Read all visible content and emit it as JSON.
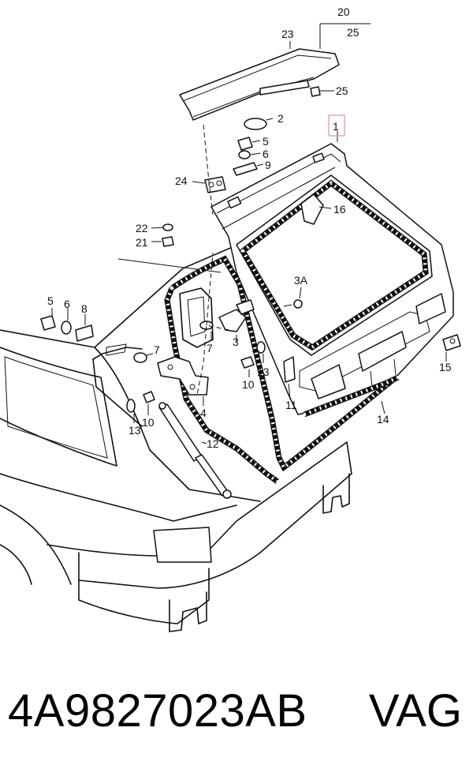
{
  "diagram": {
    "labels": {
      "l1": "1",
      "l2": "2",
      "l3": "3",
      "l3a": "3A",
      "l4": "4",
      "l5a": "5",
      "l5b": "5",
      "l6a": "6",
      "l6b": "6",
      "l7a": "7",
      "l7b": "7",
      "l8": "8",
      "l9": "9",
      "l10a": "10",
      "l10b": "10",
      "l11": "11",
      "l12": "12",
      "l13a": "13",
      "l13b": "13",
      "l14": "14",
      "l15": "15",
      "l16": "16",
      "l20": "20",
      "l21": "21",
      "l22": "22",
      "l23": "23",
      "l24": "24",
      "l25a": "25",
      "l25b": "25"
    },
    "highlight_color": "#e8a0a8"
  },
  "footer": {
    "part_number": "4A9827023AB",
    "brand": "VAG"
  }
}
